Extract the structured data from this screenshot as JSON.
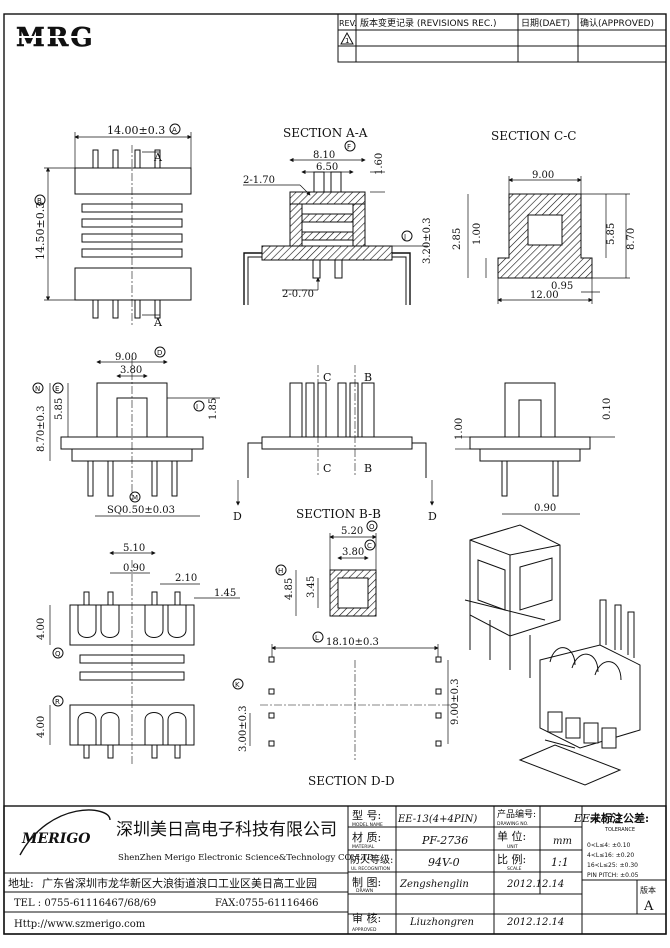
{
  "logo": {
    "text": "MRG"
  },
  "revision": {
    "rev_label": "REV.",
    "change_label": "版本变更记录 (REVISIONS REC.)",
    "date_label": "日期(DAET)",
    "approve_label": "确认(APPROVED)",
    "first_rev_symbol": "1"
  },
  "views": {
    "section_aa": "SECTION A-A",
    "section_cc": "SECTION C-C",
    "section_bb": "SECTION B-B",
    "section_dd": "SECTION D-D"
  },
  "dims": {
    "top_width": "14.00±0.3",
    "top_height": "14.50±0.3",
    "aa_810": "8.10",
    "aa_650": "6.50",
    "aa_160": "1.60",
    "aa_2170": "2-1.70",
    "aa_320": "3.20±0.3",
    "aa_2070": "2-0.70",
    "cc_900": "9.00",
    "cc_285": "2.85",
    "cc_100": "1.00",
    "cc_585": "5.85",
    "cc_870": "8.70",
    "cc_095": "0.95",
    "cc_1200": "12.00",
    "fr_900": "9.00",
    "fr_380": "3.80",
    "fr_585": "5.85",
    "fr_870": "8.70±0.3",
    "fr_185": "1.85",
    "fr_sq": "SQ0.50±0.03",
    "sd_100": "1.00",
    "sd_010": "0.10",
    "sd_090": "0.90",
    "bb_520": "5.20",
    "bb_380": "3.80",
    "bb_485": "4.85",
    "bb_345": "3.45",
    "bt_510": "5.10",
    "bt_090": "0.90",
    "bt_210": "2.10",
    "bt_145": "1.45",
    "bt_400a": "4.00",
    "bt_400b": "4.00",
    "dd_1810": "18.10±0.3",
    "dd_300": "3.00±0.3",
    "dd_900": "9.00±0.3"
  },
  "balloons": {
    "a": "A",
    "b": "B",
    "c": "C",
    "d": "D",
    "e": "E",
    "f": "F",
    "h": "H",
    "i": "I",
    "j": "J",
    "k": "K",
    "l": "L",
    "m": "M",
    "n": "N",
    "o": "O",
    "q": "Q",
    "r": "R"
  },
  "section_marks": {
    "a": "A",
    "b": "B",
    "c": "C",
    "d": "D"
  },
  "title_block": {
    "company_cn": "深圳美日高电子科技有限公司",
    "company_en": "ShenZhen Merigo Electronic Science&Technology CO.,LTD",
    "brand": "MERIGO",
    "address_label": "地址:",
    "address": "广东省深圳市龙华新区大浪街道浪口工业区美日高工业园",
    "tel": "TEL : 0755-61116467/68/69",
    "fax": "FAX:0755-61116466",
    "http": "Http://www.szmerigo.com",
    "model_label": "型 号:",
    "model_sub": "MODEL NAME",
    "model_value": "EE-13(4+4PIN)",
    "drawing_no_label": "产品编号:",
    "drawing_no_sub": "DRAWING NO.",
    "drawing_no_value": "EE-1312",
    "material_label": "材 质:",
    "material_sub": "MATERIAL",
    "material_value": "PF-2736",
    "unit_label": "单 位:",
    "unit_sub": "UNIT",
    "unit_value": "mm",
    "ul_label": "防火等级:",
    "ul_sub": "UL RECOGNITION",
    "ul_value": "94V-0",
    "scale_label": "比 例:",
    "scale_sub": "SCALE",
    "scale_value": "1:1",
    "drawn_label": "制 图:",
    "drawn_sub": "DRAWN",
    "drawn_value": "Zengshenglin",
    "drawn_date": "2012.12.14",
    "approved_label": "审 核:",
    "approved_sub": "APPROVED",
    "approved_value": "Liuzhongren",
    "approved_date": "2012.12.14",
    "tolerance_title": "未标注公差:",
    "tolerance_sub": "TOLERANCE",
    "tol_1": "0<L≤4:  ±0.10",
    "tol_2": "4<L≤16: ±0.20",
    "tol_3": "16<L≤25: ±0.30",
    "tol_4": "PIN PITCH: ±0.05",
    "version_label": "版本",
    "version_value": "A"
  }
}
